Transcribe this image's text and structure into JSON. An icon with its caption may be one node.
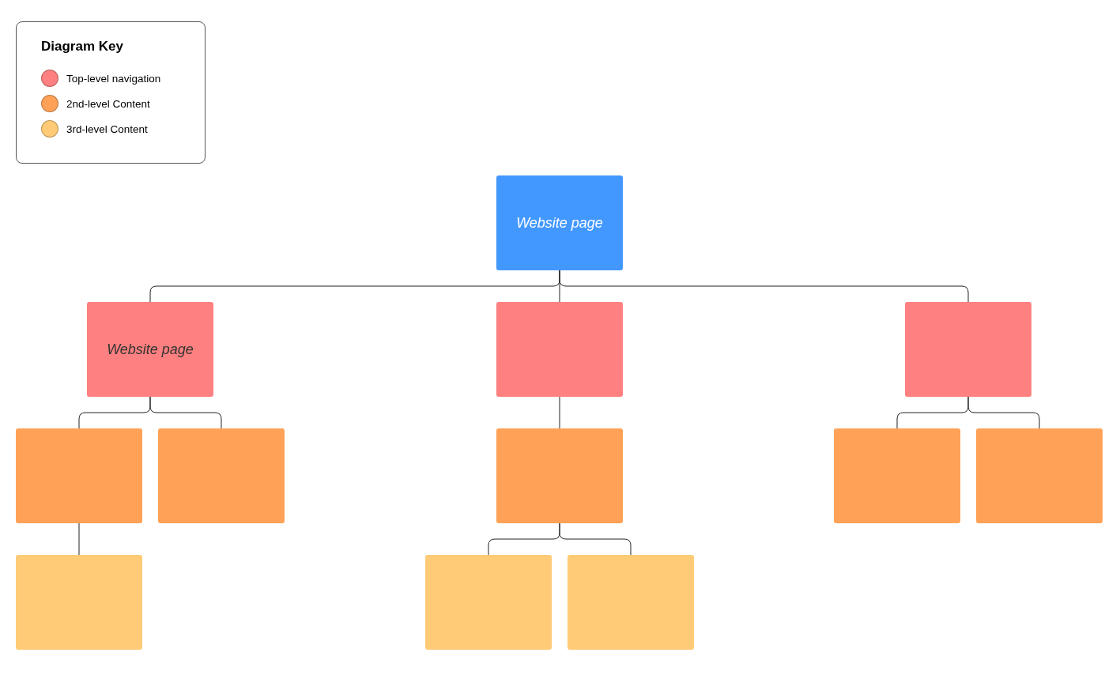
{
  "diagram": {
    "nodes": [
      {
        "text": [
          "Website page"
        ]
      },
      {
        "text": [
          "Website page"
        ]
      },
      {
        "text": [],
        "shape": "box"
      },
      {
        "text": [],
        "shape": "box"
      },
      {
        "text": [],
        "shape": "box"
      },
      {
        "text": [],
        "shape": "box"
      },
      {
        "text": [],
        "shape": "box"
      },
      {
        "text": [],
        "shape": "box"
      },
      {
        "text": [],
        "shape": "box"
      },
      {
        "text": [],
        "shape": "box"
      },
      {
        "text": [],
        "shape": "box"
      },
      {
        "text": [],
        "shape": "box"
      }
    ],
    "edges": [
      {
        "from": 0,
        "to": 1,
        "arrow": "none"
      },
      {
        "from": 0,
        "to": 2,
        "arrow": "none"
      },
      {
        "from": 0,
        "to": 3,
        "arrow": "none"
      },
      {
        "from": 1,
        "to": 4,
        "arrow": "none"
      },
      {
        "from": 1,
        "to": 5,
        "arrow": "none"
      },
      {
        "from": 2,
        "to": 6,
        "arrow": "none"
      },
      {
        "from": 3,
        "to": 7,
        "arrow": "none"
      },
      {
        "from": 3,
        "to": 8,
        "arrow": "none"
      },
      {
        "from": 4,
        "to": 9,
        "arrow": "none"
      },
      {
        "from": 6,
        "to": 10,
        "arrow": "none"
      },
      {
        "from": 6,
        "to": 11,
        "arrow": "none"
      }
    ],
    "labels": [
      "Diagram Key"
    ],
    "legend": [
      {
        "text": "Top-level navigation",
        "color": "#ff8080"
      },
      {
        "text": "2nd-level Content",
        "color": "#ffa257"
      },
      {
        "text": "3rd-level Content",
        "color": "#ffcb76"
      }
    ]
  }
}
